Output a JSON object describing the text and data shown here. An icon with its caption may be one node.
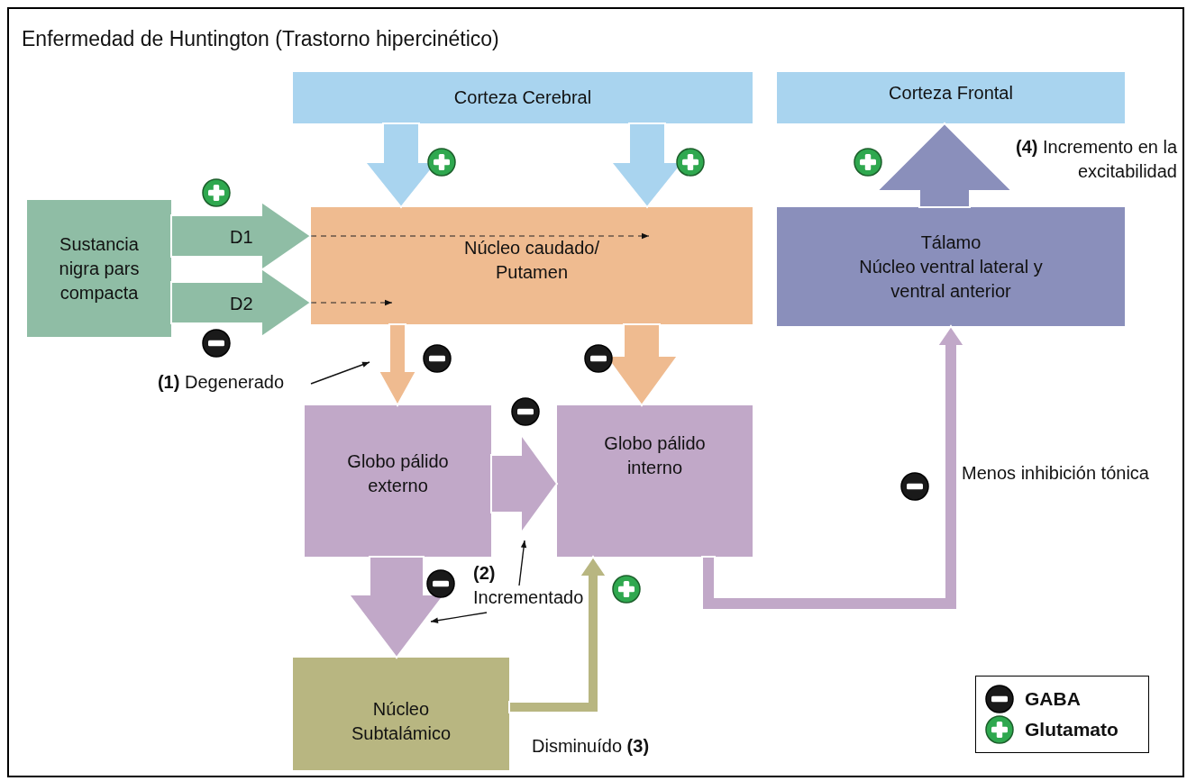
{
  "diagram": {
    "title": "Enfermedad de Huntington (Trastorno hipercinético)",
    "nodes": [
      {
        "text": [
          "Corteza Cerebral"
        ]
      },
      {
        "text": [
          "Corteza Frontal"
        ]
      },
      {
        "text": [
          "Sustancia nigra pars compacta"
        ]
      },
      {
        "text": [
          "Núcleo caudado/ Putamen"
        ]
      },
      {
        "text": [
          "Tálamo",
          "Núcleo ventral lateral y ventral anterior"
        ]
      },
      {
        "text": [
          "Globo pálido externo"
        ]
      },
      {
        "text": [
          "Globo pálido interno"
        ]
      },
      {
        "text": [
          "Núcleo Subtalámico"
        ]
      },
      {
        "text": [
          "**(1)** Degenerado"
        ]
      },
      {
        "text": [
          "**(2)** Incrementado"
        ]
      }
    ],
    "edges": [
      {
        "from": 0,
        "to": 3,
        "arrow": "to",
        "color": "#a9d4ef"
      },
      {
        "from": 0,
        "to": 3,
        "arrow": "to",
        "color": "#a9d4ef"
      },
      {
        "from": 2,
        "to": 3,
        "arrow": "to",
        "label": "D1",
        "color": "#8fbda5"
      },
      {
        "from": 2,
        "to": 3,
        "arrow": "to",
        "label": "D2",
        "color": "#8fbda5"
      },
      {
        "from": 3,
        "to": 5,
        "arrow": "to",
        "color": "#efbb90"
      },
      {
        "from": 3,
        "to": 6,
        "arrow": "to",
        "color": "#efbb90"
      },
      {
        "from": 5,
        "to": 6,
        "arrow": "to",
        "color": "#c1a8c8"
      },
      {
        "from": 5,
        "to": 7,
        "arrow": "to",
        "color": "#c1a8c8"
      },
      {
        "from": 7,
        "to": 6,
        "arrow": "to",
        "color": "#b8b681"
      },
      {
        "from": 6,
        "to": 4,
        "arrow": "to",
        "color": "#c1a8c8"
      },
      {
        "from": 4,
        "to": 1,
        "arrow": "to",
        "color": "#8a8fbb"
      },
      {
        "from": 8,
        "to": null,
        "arrow": "to"
      },
      {
        "from": 9,
        "to": null,
        "arrow": "to"
      },
      {
        "from": 9,
        "to": null,
        "arrow": "to"
      }
    ],
    "labels": [
      "**(4)** Incremento en la excitabilidad",
      "Menos inhibición tónica",
      "Disminuído **(3)**"
    ],
    "legend": [
      {
        "text": "GABA"
      },
      {
        "text": "Glutamato"
      }
    ]
  }
}
